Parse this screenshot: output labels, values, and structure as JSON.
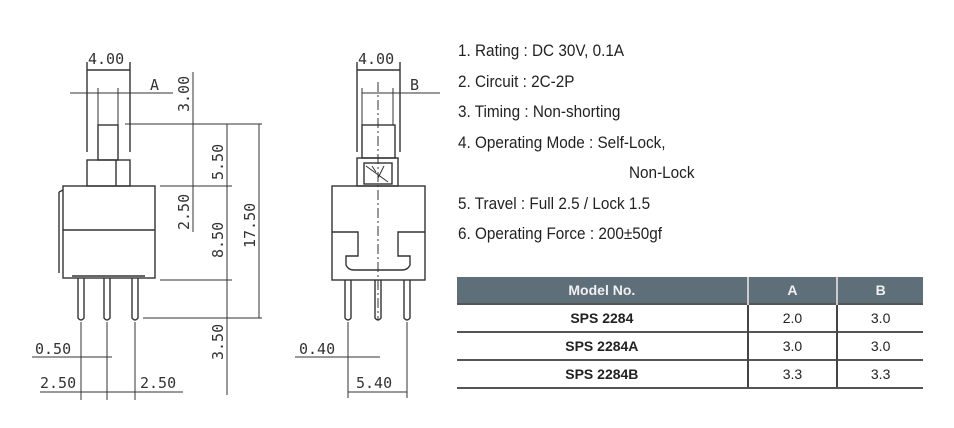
{
  "drawing_left": {
    "top_width": "4.00",
    "dim_a": "A",
    "d1": "3.00",
    "d2": "2.50",
    "d3": "5.50",
    "d4": "8.50",
    "d5": "3.50",
    "total": "17.50",
    "pin_width": "0.50",
    "pitch_left": "2.50",
    "pitch_right": "2.50"
  },
  "drawing_right": {
    "top_width": "4.00",
    "dim_b": "B",
    "pin_width": "0.40",
    "span": "5.40"
  },
  "specs": [
    "1. Rating : DC 30V, 0.1A",
    "2. Circuit : 2C-2P",
    "3. Timing : Non-shorting",
    "4. Operating Mode : Self-Lock,",
    "Non-Lock",
    "5. Travel : Full 2.5 / Lock 1.5",
    "6. Operating Force : 200±50gf"
  ],
  "table": {
    "headers": [
      "Model No.",
      "A",
      "B"
    ],
    "rows": [
      [
        "SPS 2284",
        "2.0",
        "3.0"
      ],
      [
        "SPS 2284A",
        "3.0",
        "3.0"
      ],
      [
        "SPS 2284B",
        "3.3",
        "3.3"
      ]
    ],
    "header_color": "#5f6f7a"
  }
}
